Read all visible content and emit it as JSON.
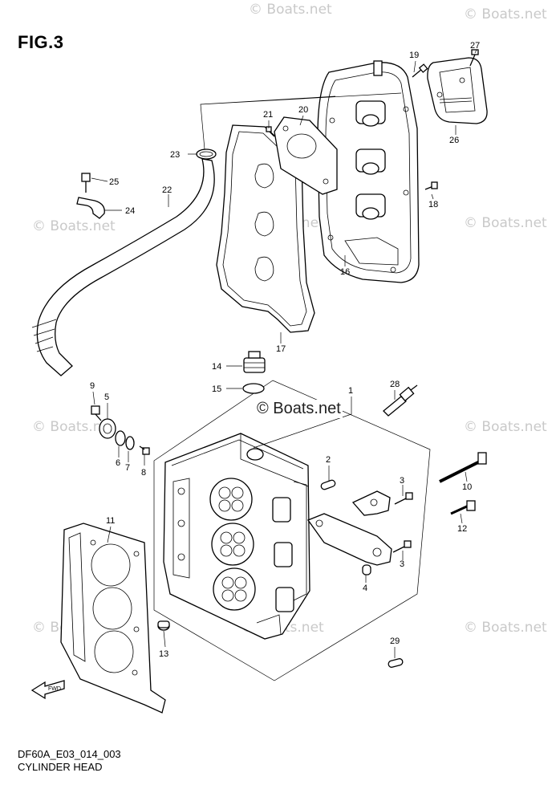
{
  "figure": {
    "title": "FIG.3",
    "file_code": "DF60A_E03_014_003",
    "caption": "CYLINDER HEAD"
  },
  "watermarks": {
    "text": "© Boats.net",
    "center_text": "© Boats.net"
  },
  "fwd_label": "FWD",
  "callouts": [
    "1",
    "2",
    "3",
    "3",
    "4",
    "5",
    "6",
    "7",
    "8",
    "9",
    "10",
    "11",
    "12",
    "13",
    "14",
    "15",
    "16",
    "17",
    "18",
    "19",
    "20",
    "21",
    "22",
    "23",
    "24",
    "25",
    "26",
    "27",
    "28",
    "29"
  ]
}
